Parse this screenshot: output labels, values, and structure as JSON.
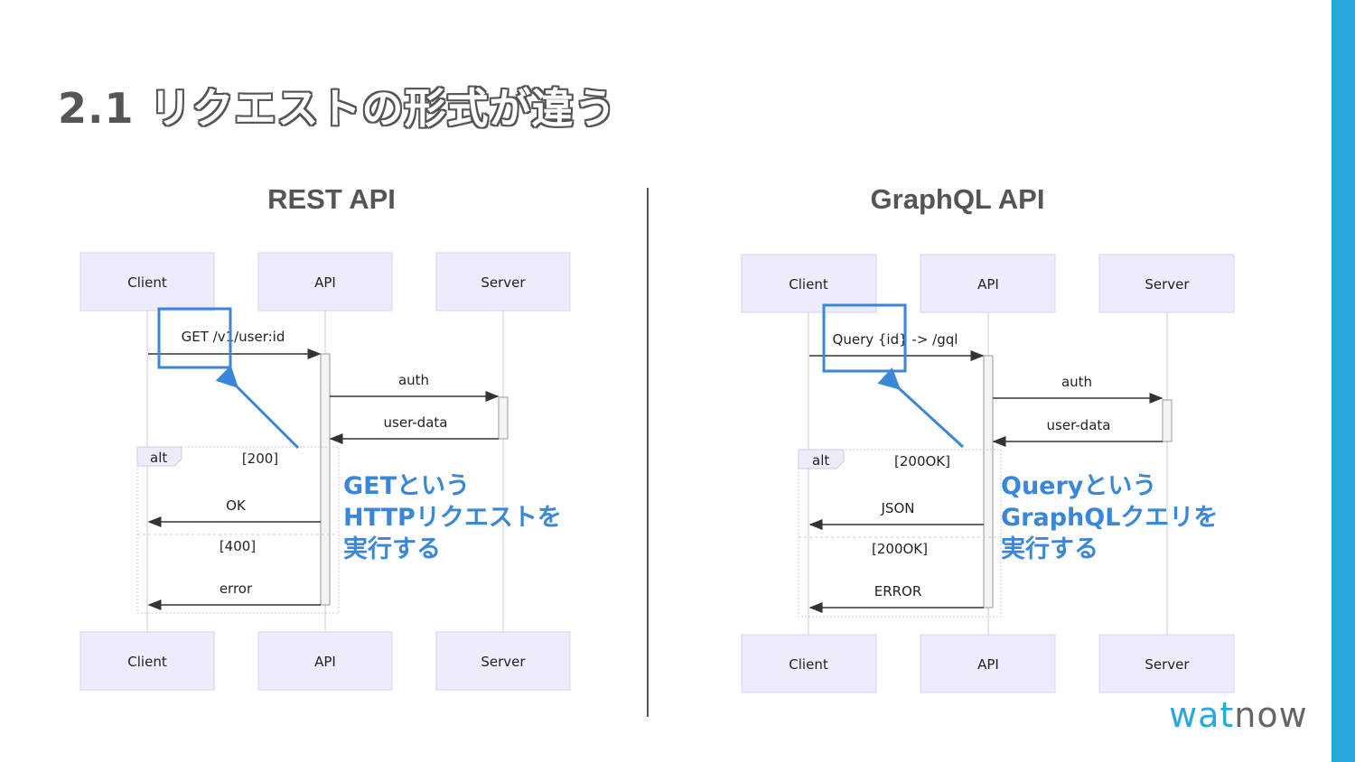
{
  "slide": {
    "title_number": "2.1",
    "title_text": "リクエストの形式が違う",
    "logo_part1": "wat",
    "logo_part2": "now"
  },
  "rest": {
    "heading": "REST API",
    "actors": [
      "Client",
      "API",
      "Server"
    ],
    "messages": {
      "request": "GET /v1/user:id",
      "auth": "auth",
      "user_data": "user-data",
      "ok": "OK",
      "error": "error"
    },
    "alt": {
      "label": "alt",
      "cond1": "[200]",
      "cond2": "[400]"
    },
    "note": [
      "GETという",
      "HTTPリクエストを",
      "実行する"
    ]
  },
  "graphql": {
    "heading": "GraphQL API",
    "actors": [
      "Client",
      "API",
      "Server"
    ],
    "messages": {
      "request": "Query {id} -> /gql",
      "auth": "auth",
      "user_data": "user-data",
      "ok": "JSON",
      "error": "ERROR"
    },
    "alt": {
      "label": "alt",
      "cond1": "[200OK]",
      "cond2": "[200OK]"
    },
    "note": [
      "Queryという",
      "GraphQLクエリを",
      "実行する"
    ]
  },
  "colors": {
    "actor_fill": "#ececfd",
    "actor_stroke": "#d3d3f0",
    "lifeline": "#dcdcef",
    "arrow": "#333333",
    "highlight": "#3a86d8",
    "accent_bar": "#29a8e0"
  }
}
